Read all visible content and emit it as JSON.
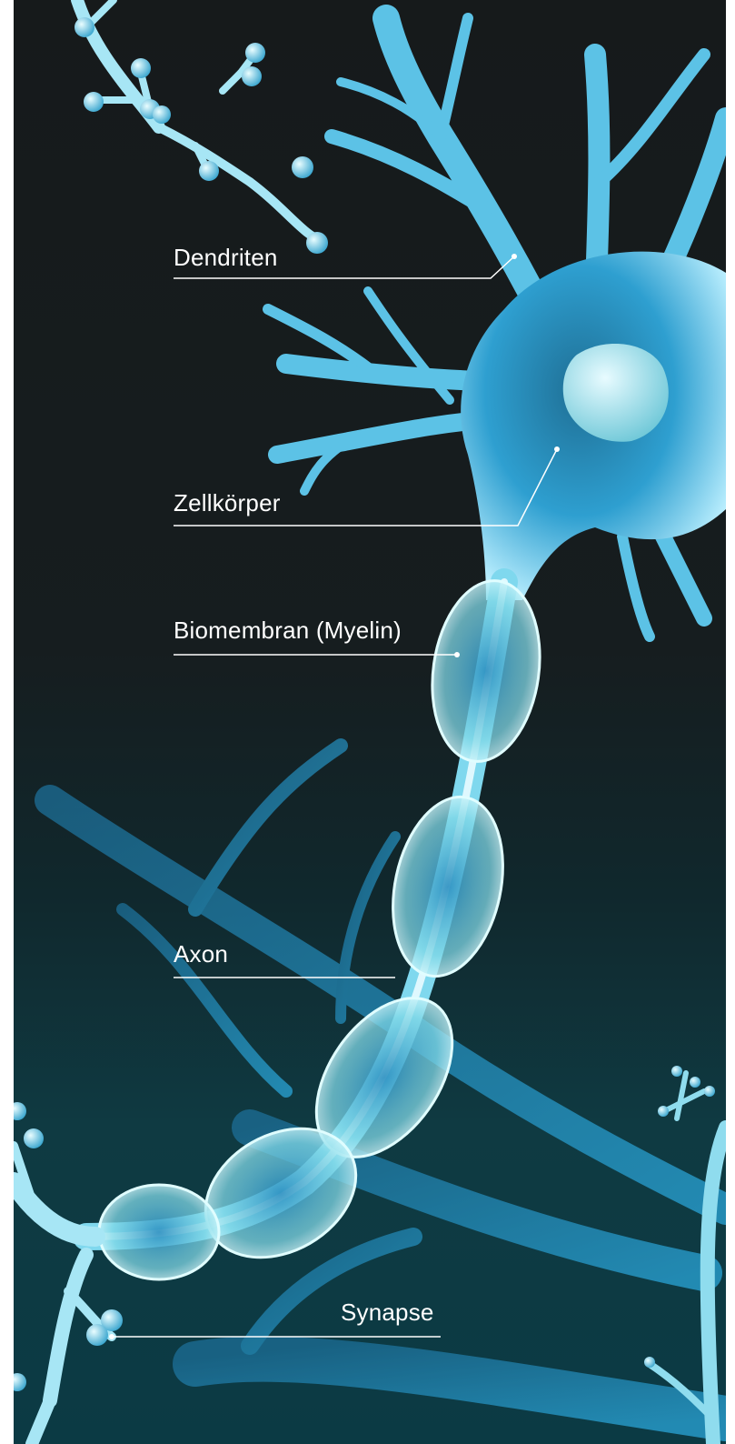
{
  "labels": {
    "dendrites": "Dendriten",
    "cell_body": "Zellkörper",
    "myelin": "Biomembran (Myelin)",
    "axon": "Axon",
    "synapse": "Synapse"
  },
  "colors": {
    "background_top": "#161a1b",
    "background_bottom": "#0b3a44",
    "neuron": "#2e9fd0",
    "neuron_highlight": "#c9f3ff",
    "myelin": "#bff2f0",
    "label_text": "#ffffff"
  }
}
